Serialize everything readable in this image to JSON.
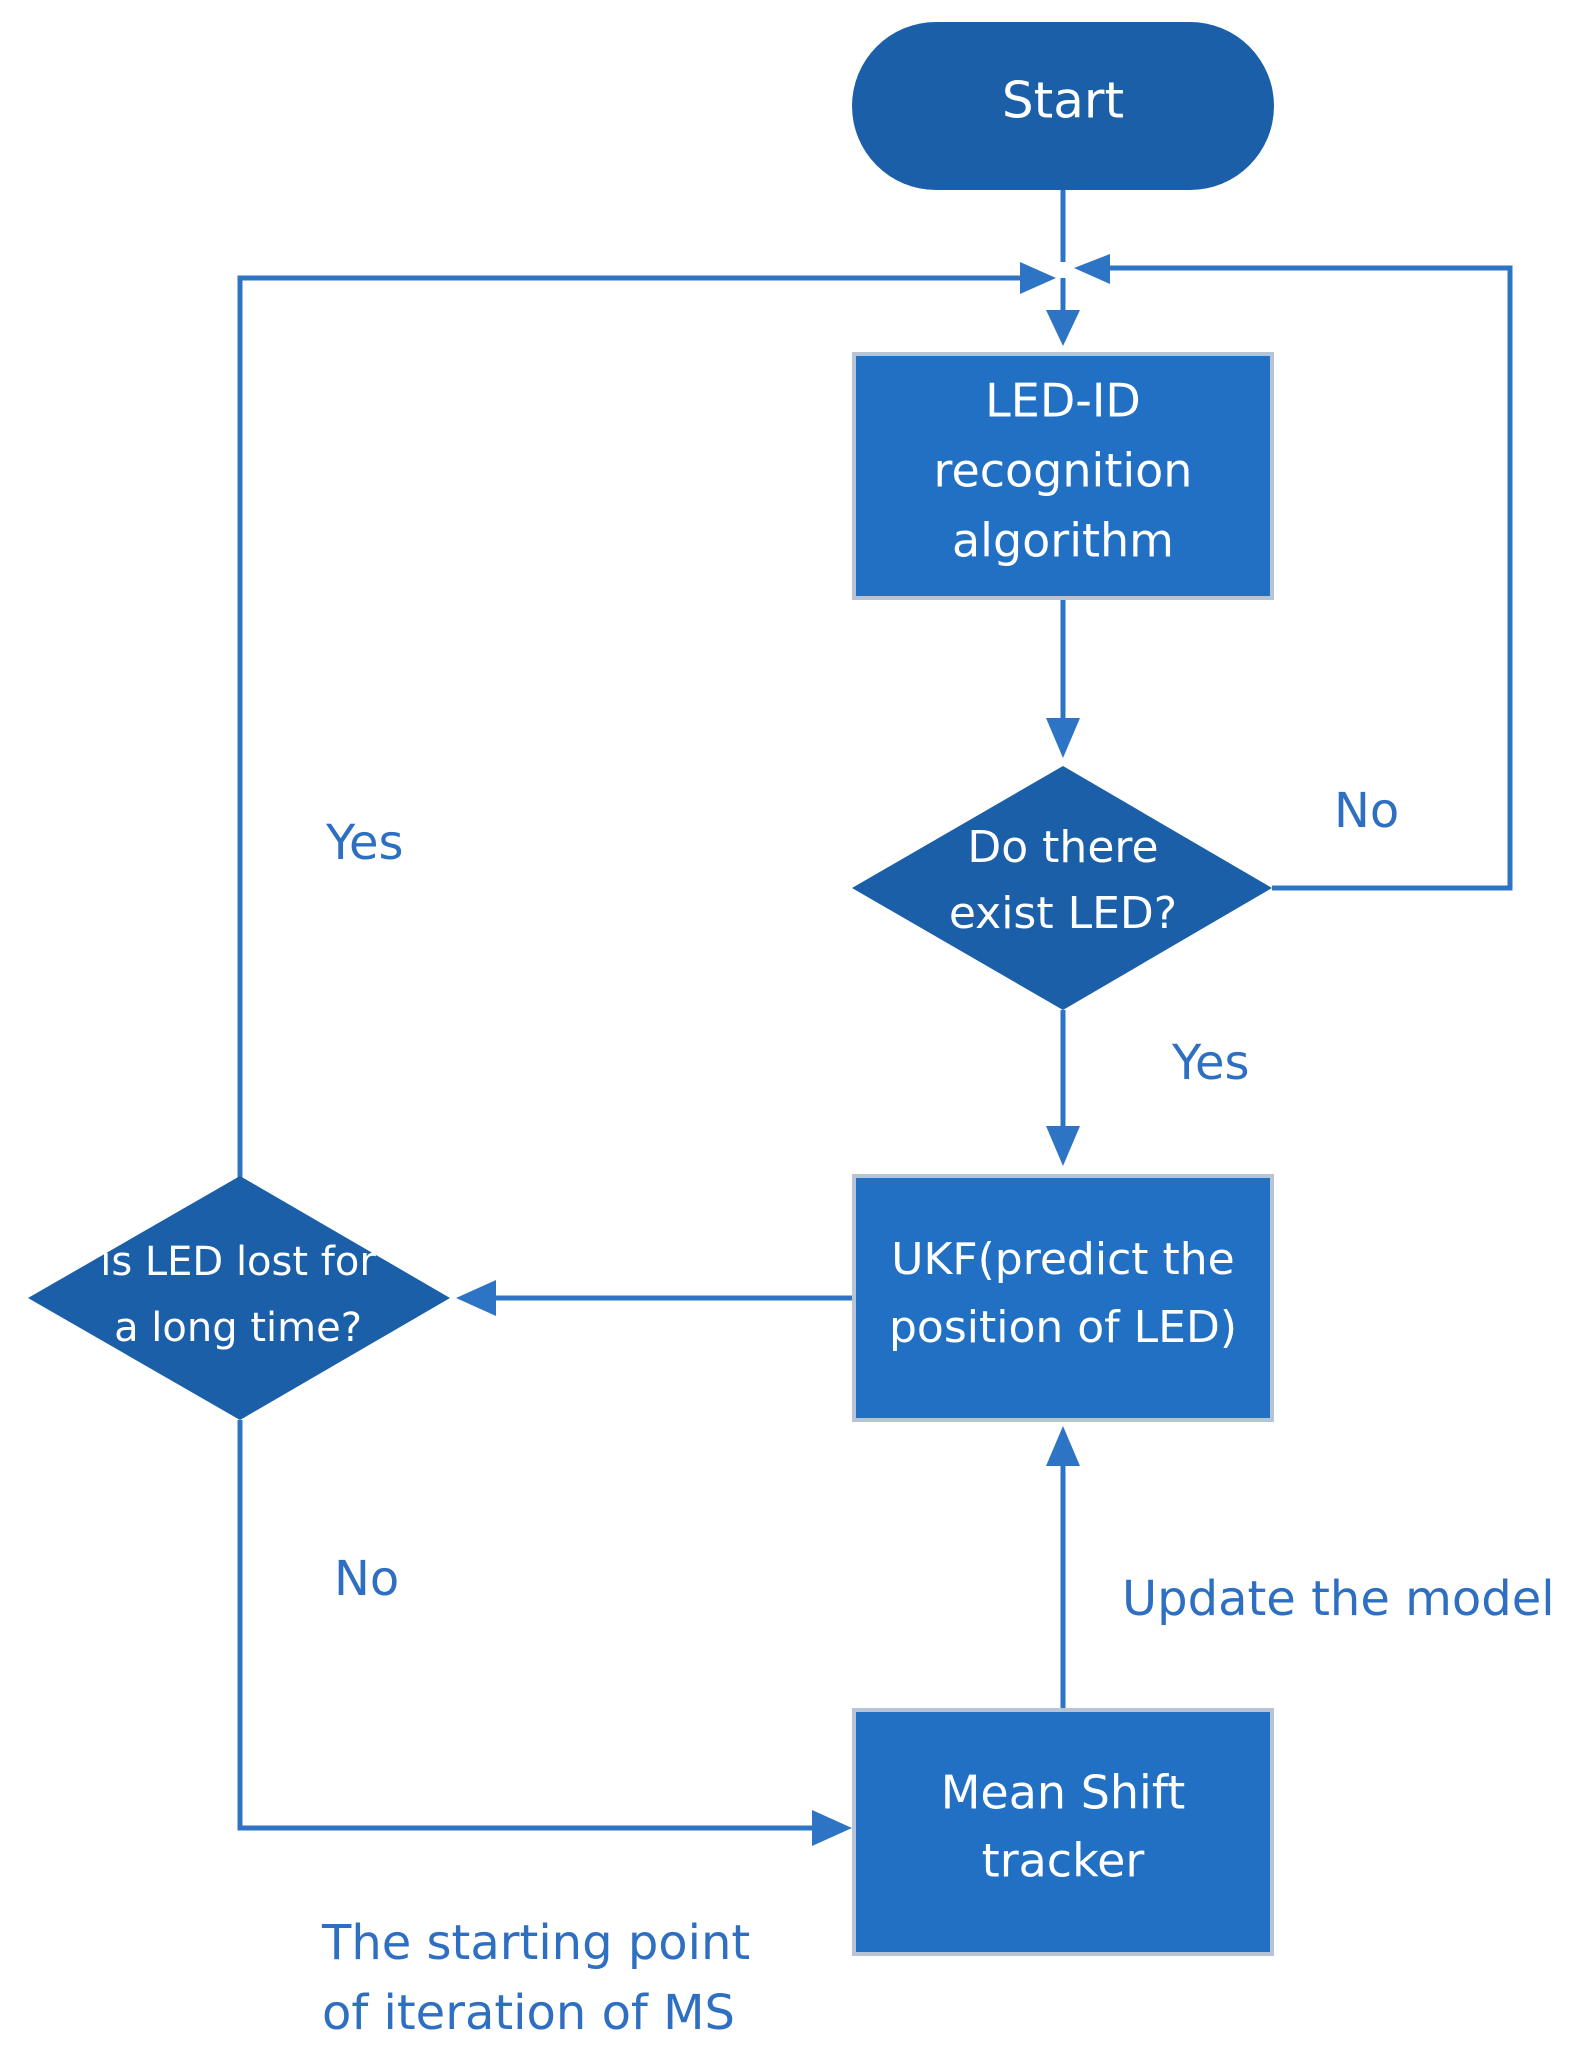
{
  "nodes": {
    "start": {
      "lines": [
        "Start"
      ]
    },
    "led_id": {
      "lines": [
        "LED-ID",
        "recognition",
        "algorithm"
      ]
    },
    "exist_led": {
      "lines": [
        "Do there",
        "exist LED?"
      ]
    },
    "ukf": {
      "lines": [
        "UKF(predict the",
        "position of LED)"
      ]
    },
    "lost": {
      "lines": [
        "is LED lost for",
        "a long time?"
      ]
    },
    "mean_shift": {
      "lines": [
        "Mean Shift",
        "tracker"
      ]
    }
  },
  "labels": {
    "no_right": "No",
    "yes_down": "Yes",
    "yes_left": "Yes",
    "no_left": "No",
    "update_model": "Update the model",
    "starting_point": [
      "The starting point",
      "of iteration of MS"
    ]
  },
  "colors": {
    "terminal": "#1a5fa8",
    "process": "#2270c4",
    "process_border": "#b7c4d6",
    "edge": "#2e74c4",
    "label": "#2e6fc2"
  }
}
